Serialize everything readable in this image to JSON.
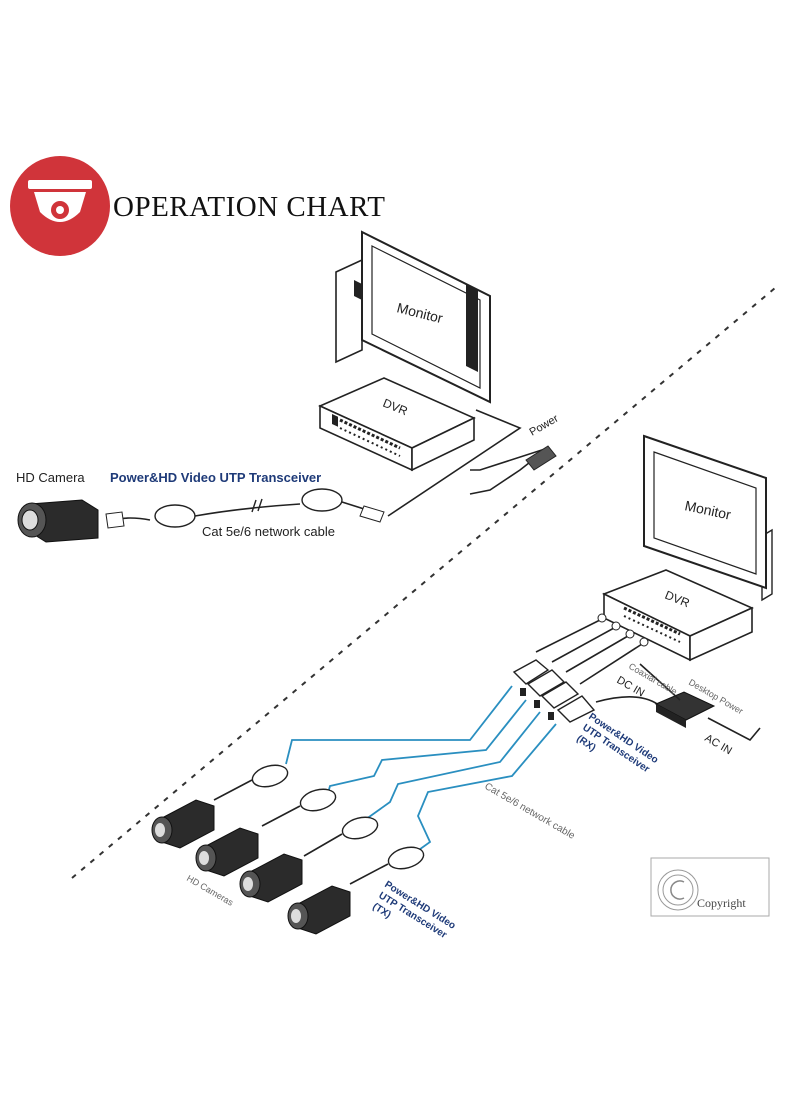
{
  "header": {
    "title": "OPERATION CHART",
    "logo_icon": "dome-camera-icon",
    "logo_color": "#d0343a"
  },
  "top_diagram": {
    "monitor_label": "Monitor",
    "dvr_label": "DVR",
    "power_label": "Power",
    "camera_label": "HD Camera",
    "transceiver_label": "Power&HD Video UTP Transceiver",
    "cable_label": "Cat 5e/6 network cable"
  },
  "bottom_diagram": {
    "monitor_label": "Monitor",
    "dvr_label": "DVR",
    "coaxial_label": "Coaxial cable",
    "desktop_power_label": "Desktop Power",
    "dc_in_label": "DC IN",
    "ac_in_label": "AC IN",
    "rx_label_1": "Power&HD Video",
    "rx_label_2": "UTP Transceiver",
    "rx_label_3": "(RX)",
    "cable_label": "Cat 5e/6 network cable",
    "cameras_label": "HD Cameras",
    "tx_label_1": "Power&HD Video",
    "tx_label_2": "UTP Transceiver",
    "tx_label_3": "(TX)"
  },
  "watermark": {
    "text": "Copyright",
    "icon": "copyright-icon"
  },
  "colors": {
    "cat_cable": "#2a8fc0",
    "label_blue": "#1e3a78"
  }
}
